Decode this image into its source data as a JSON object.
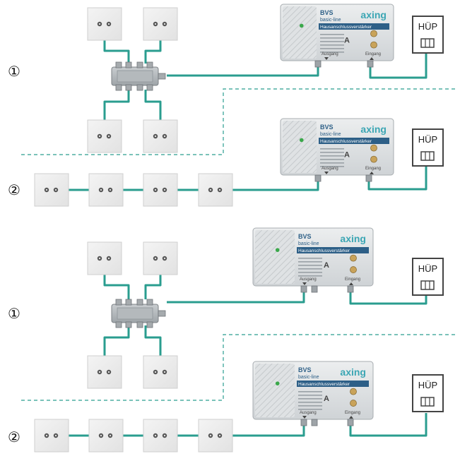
{
  "colors": {
    "cable": "#2a9d8f",
    "divider": "#2a9d8f",
    "socket_face": "#eeeeee",
    "amp_body": "#d9dcde",
    "brand": "#3ba6b4",
    "led": "#3aa84a"
  },
  "sections": [
    {
      "label": "①",
      "hup_label": "HÜP",
      "amplifier": {
        "model": "BVS",
        "series": "basic-line",
        "product": "Hausanschlussverstärker",
        "brand": "axing",
        "out_label": "Ausgang",
        "in_label": "Eingang"
      }
    },
    {
      "label": "②",
      "hup_label": "HÜP",
      "amplifier": {
        "model": "BVS",
        "series": "basic-line",
        "product": "Hausanschlussverstärker",
        "brand": "axing",
        "out_label": "Ausgang",
        "in_label": "Eingang"
      }
    },
    {
      "label": "①",
      "hup_label": "HÜP",
      "amplifier": {
        "model": "BVS",
        "series": "basic-line",
        "product": "Hausanschlussverstärker",
        "brand": "axing",
        "out_label": "Ausgang",
        "in_label": "Eingang"
      }
    },
    {
      "label": "②",
      "hup_label": "HÜP",
      "amplifier": {
        "model": "BVS",
        "series": "basic-line",
        "product": "Hausanschlussverstärker",
        "brand": "axing",
        "out_label": "Ausgang",
        "in_label": "Eingang"
      }
    }
  ]
}
